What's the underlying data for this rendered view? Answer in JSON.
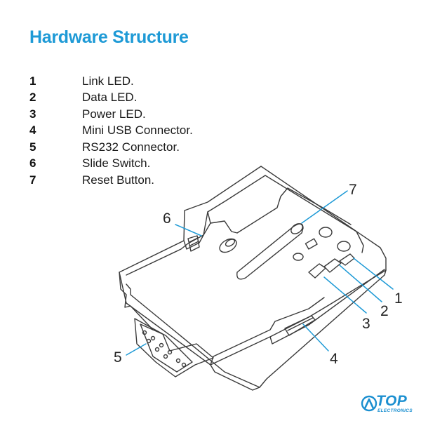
{
  "title": "Hardware Structure",
  "parts": [
    {
      "num": "1",
      "label": "Link LED."
    },
    {
      "num": "2",
      "label": "Data LED."
    },
    {
      "num": "3",
      "label": "Power LED."
    },
    {
      "num": "4",
      "label": "Mini USB Connector."
    },
    {
      "num": "5",
      "label": "RS232 Connector."
    },
    {
      "num": "6",
      "label": "Slide Switch."
    },
    {
      "num": "7",
      "label": "Reset Button."
    }
  ],
  "callouts": {
    "c1": "1",
    "c2": "2",
    "c3": "3",
    "c4": "4",
    "c5": "5",
    "c6": "6",
    "c7": "7"
  },
  "logo": {
    "top": "TOP",
    "sub": "ELECTRONICS"
  },
  "colors": {
    "title": "#1e9ad6",
    "leader": "#1e9ad6",
    "logo": "#1b8fd0"
  }
}
